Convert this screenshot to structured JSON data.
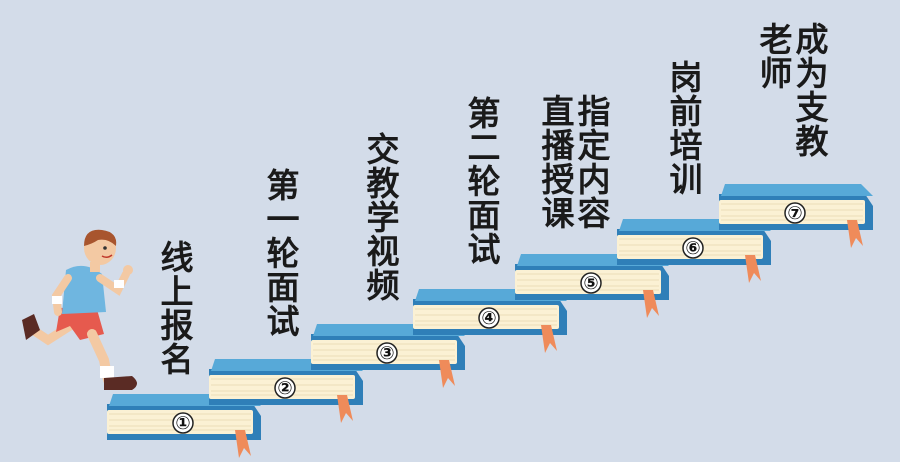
{
  "steps": [
    {
      "number": "①",
      "label": "线上报名"
    },
    {
      "number": "②",
      "label": "第一轮面试"
    },
    {
      "number": "③",
      "label": "交教学视频"
    },
    {
      "number": "④",
      "label": "第二轮面试"
    },
    {
      "number": "⑤",
      "label": "指定内容直播授课"
    },
    {
      "number": "⑥",
      "label": "岗前培训"
    },
    {
      "number": "⑦",
      "label": "成为支教老师"
    }
  ],
  "colors": {
    "background": "#d3dce9",
    "book_top": "#57a9d8",
    "book_spine": "#2f7fb8",
    "book_pages": "#fbf1d4",
    "bookmark": "#ef8b5a",
    "text": "#1a1a1a"
  },
  "icons": [
    "running-boy-icon",
    "book-step-icon",
    "bookmark-ribbon-icon"
  ]
}
